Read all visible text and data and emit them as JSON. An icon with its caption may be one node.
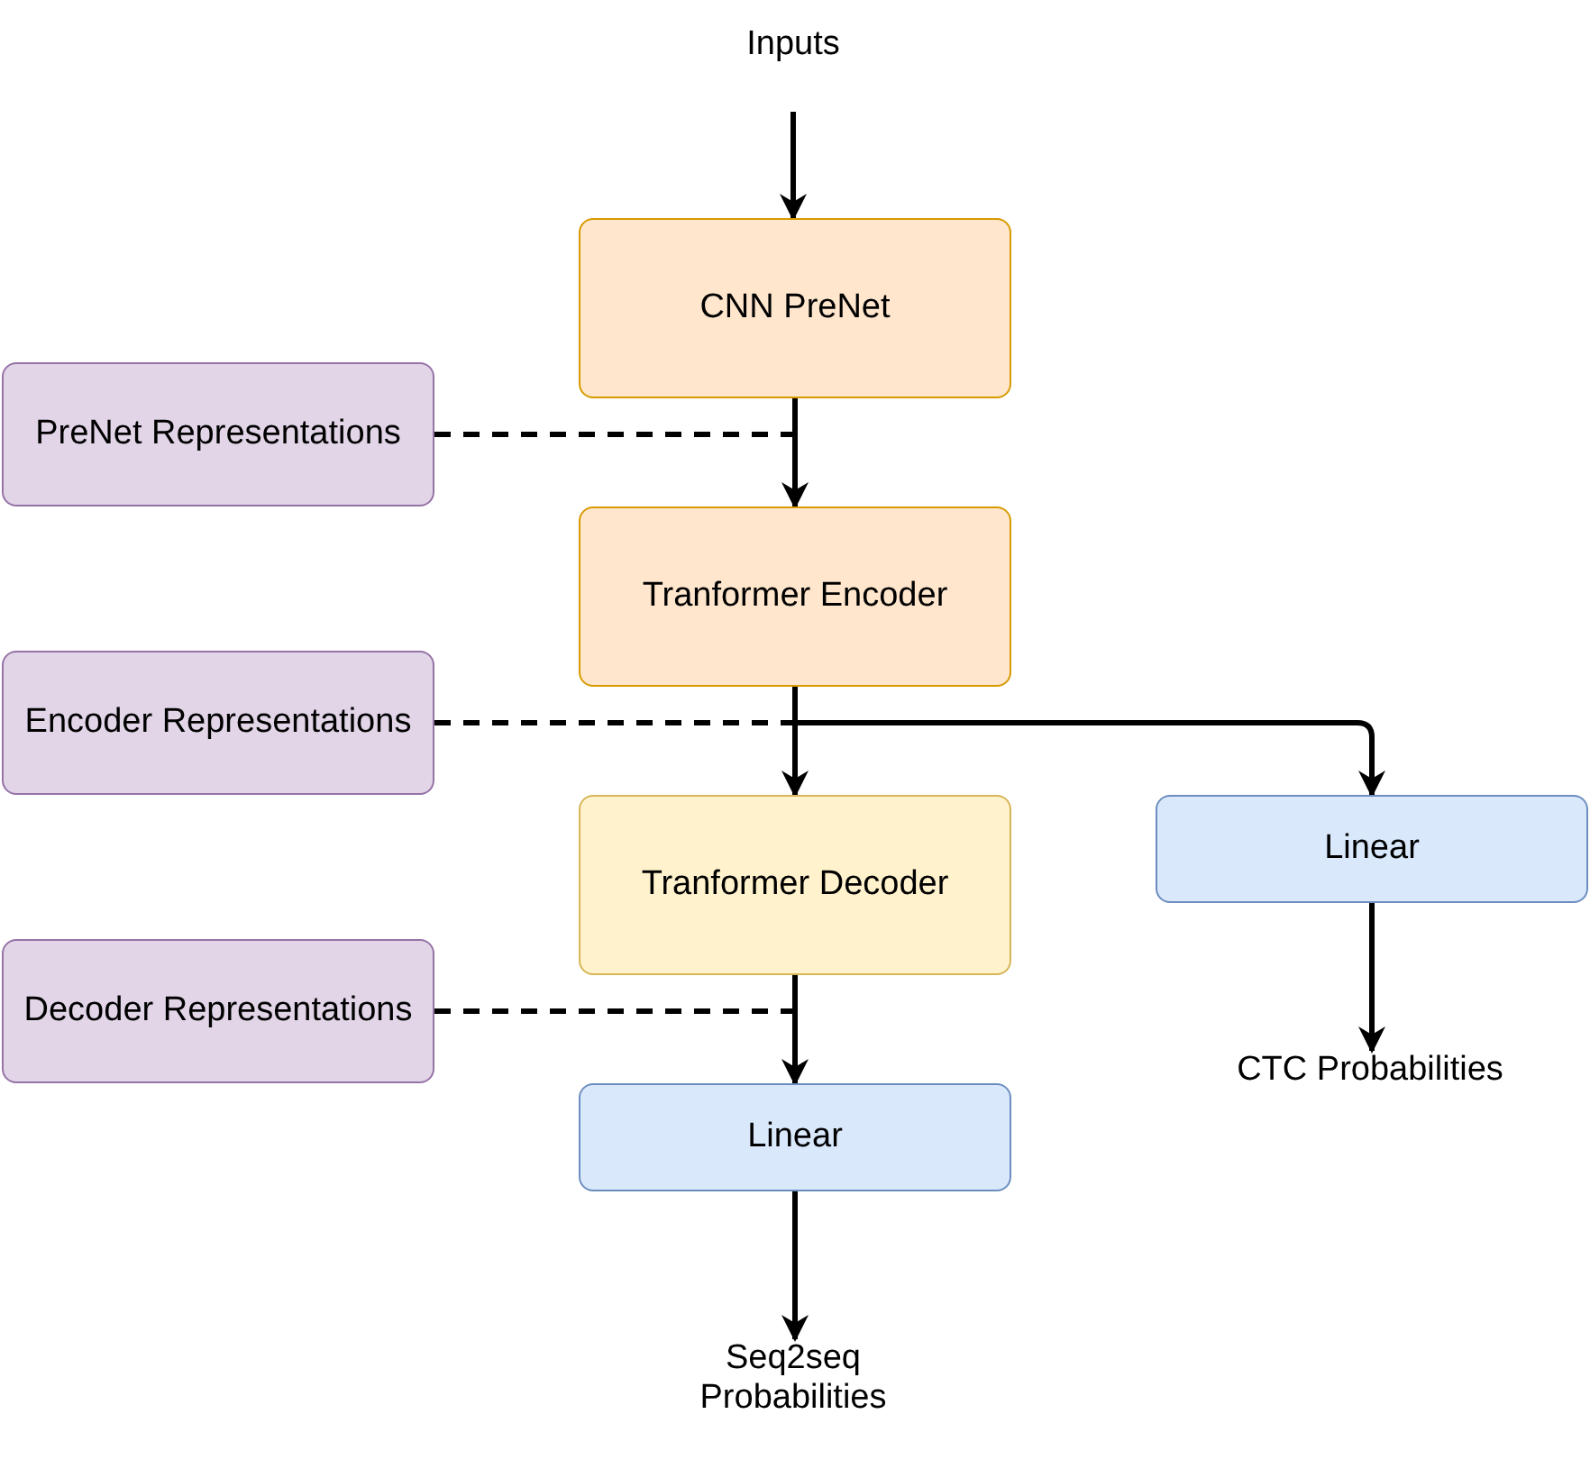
{
  "diagram": {
    "nodes": [
      {
        "text": [
          "Inputs"
        ]
      },
      {
        "text": [
          "CNN PreNet"
        ]
      },
      {
        "text": [
          "PreNet Representations"
        ]
      },
      {
        "text": [
          "Tranformer Encoder"
        ]
      },
      {
        "text": [
          "Encoder Representations"
        ]
      },
      {
        "text": [
          "Tranformer Decoder"
        ]
      },
      {
        "text": [
          "Linear"
        ]
      },
      {
        "text": [
          "Decoder Representations"
        ]
      },
      {
        "text": [
          "Linear"
        ]
      },
      {
        "text": [
          "CTC Probabilities"
        ]
      },
      {
        "text": [
          "Seq2seq Probabilities"
        ]
      }
    ],
    "edges": [
      {
        "from": 0,
        "to": 1,
        "arrow": "to"
      },
      {
        "from": 1,
        "to": 3,
        "arrow": "to"
      },
      {
        "from": 2,
        "to": null,
        "arrow": "none",
        "style": "dashed"
      },
      {
        "from": 3,
        "to": 5,
        "arrow": "to"
      },
      {
        "from": 3,
        "to": 6,
        "arrow": "to"
      },
      {
        "from": 4,
        "to": null,
        "arrow": "none",
        "style": "dashed"
      },
      {
        "from": 5,
        "to": 8,
        "arrow": "to"
      },
      {
        "from": 7,
        "to": null,
        "arrow": "none",
        "style": "dashed"
      },
      {
        "from": 6,
        "to": 9,
        "arrow": "to"
      },
      {
        "from": 8,
        "to": 10,
        "arrow": "to"
      }
    ]
  }
}
